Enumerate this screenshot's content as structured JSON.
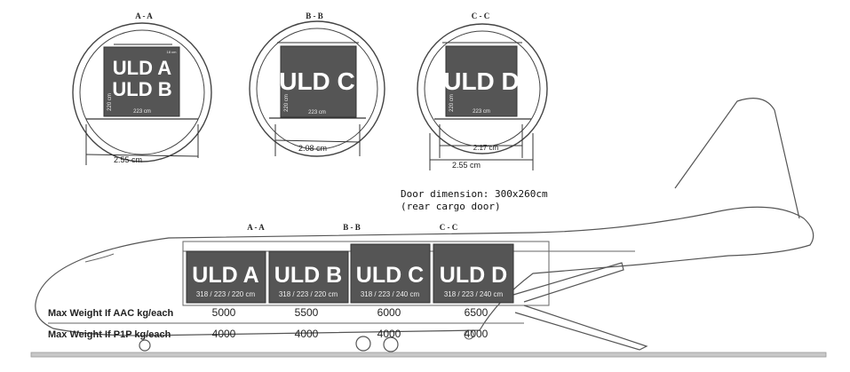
{
  "sections": {
    "aa": {
      "title": "A - A",
      "uld_line1": "ULD A",
      "uld_line2": "ULD B",
      "width_label": "223 cm",
      "height_label": "220 cm",
      "corner_label": "18 cm",
      "bottom_label": "2.55 cm"
    },
    "bb": {
      "title": "B - B",
      "uld": "ULD C",
      "width_label": "223 cm",
      "height_label": "220 cm",
      "bottom_label": "2.08 cm"
    },
    "cc": {
      "title": "C - C",
      "uld": "ULD D",
      "width_label": "223 cm",
      "height_label": "220 cm",
      "inner_label": "2.17 cm",
      "bottom_label": "2.55 cm"
    }
  },
  "door": {
    "line1": "Door dimension: 300x260cm",
    "line2": "(rear cargo door)"
  },
  "side_view": {
    "markers": [
      "A - A",
      "B - B",
      "C - C"
    ],
    "ulds": [
      {
        "name": "ULD A",
        "dims": "318 / 223 / 220 cm"
      },
      {
        "name": "ULD B",
        "dims": "318 / 223 / 220 cm"
      },
      {
        "name": "ULD C",
        "dims": "318 / 223 / 240 cm"
      },
      {
        "name": "ULD D",
        "dims": "318 / 223 / 240 cm"
      }
    ]
  },
  "weights": {
    "aac_label": "Max Weight If AAC kg/each",
    "p1p_label": "Max Weight If P1P kg/each",
    "aac_values": [
      "5000",
      "5500",
      "6000",
      "6500"
    ],
    "p1p_values": [
      "4000",
      "4000",
      "4000",
      "4000"
    ]
  },
  "colors": {
    "uld_fill": "#555555",
    "line": "#333333",
    "text_dark": "#222222"
  }
}
